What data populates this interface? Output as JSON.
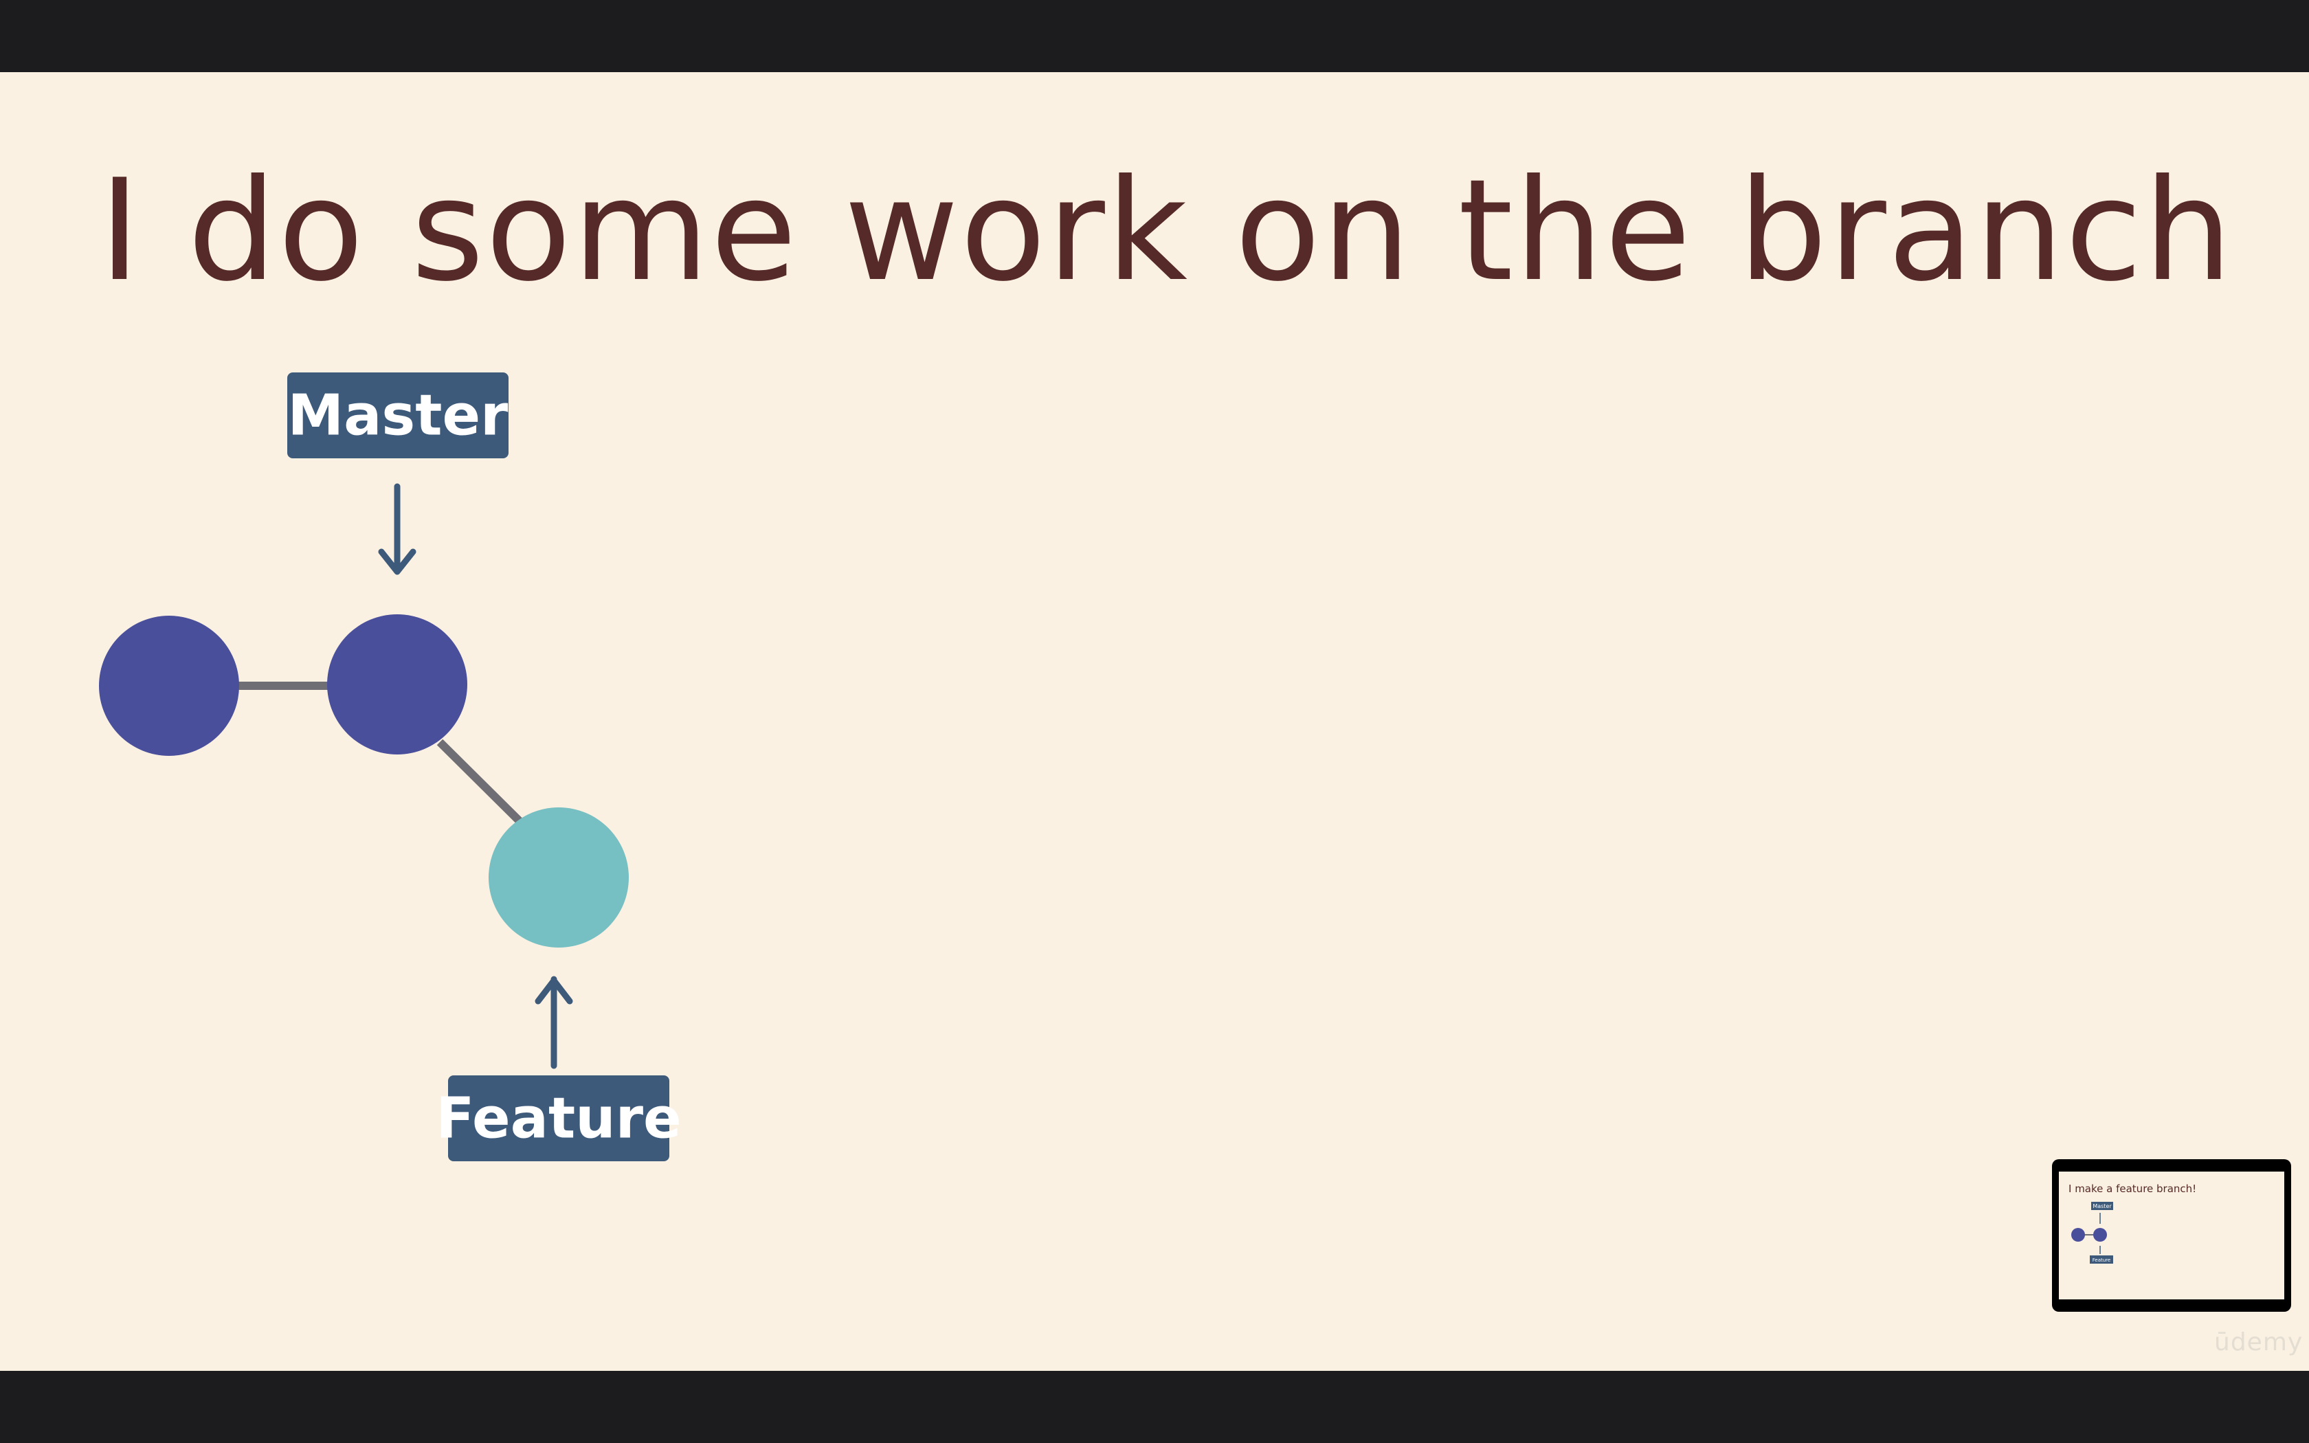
{
  "slide": {
    "title": "I do some work on the branch"
  },
  "diagram": {
    "master_label": "Master",
    "feature_label": "Feature",
    "colors": {
      "main_commit": "#4a4f9c",
      "feature_commit": "#76bfc3",
      "label_box": "#3d5a7b",
      "edge": "#6e6e74"
    }
  },
  "thumbnail": {
    "title": "I make a feature branch!",
    "master_label": "Master",
    "feature_label": "Feature"
  },
  "watermark": "ūdemy"
}
